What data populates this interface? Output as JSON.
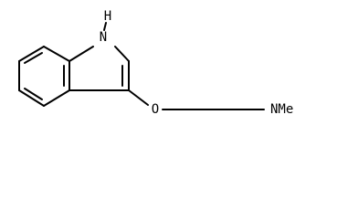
{
  "molecule": {
    "labels": {
      "indole_h": "H",
      "indole_n": "N",
      "ether_o": "O",
      "amine": "NMe"
    }
  }
}
